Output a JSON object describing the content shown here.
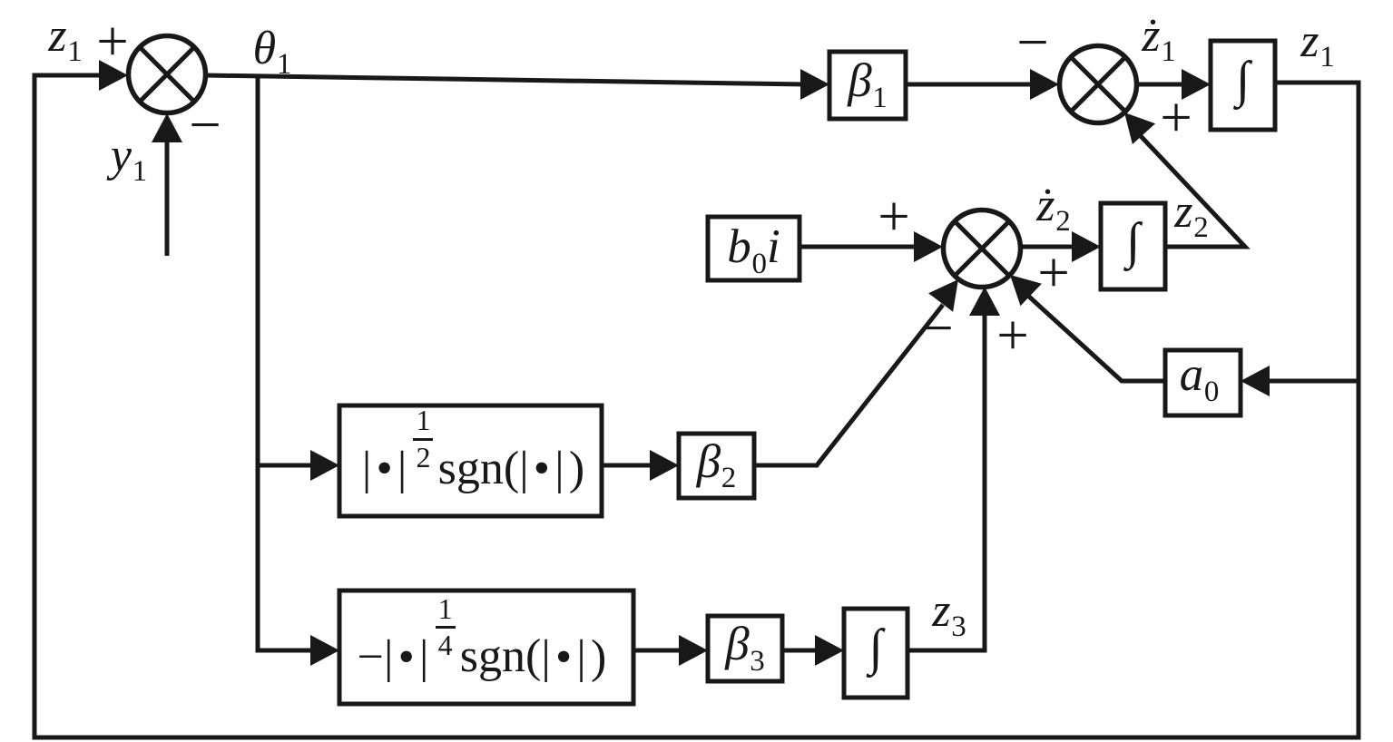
{
  "figure": {
    "type": "control-block-diagram",
    "background": "#ffffff",
    "ink": "#181818"
  },
  "signals": {
    "z1_in": {
      "base": "z",
      "sub": "1"
    },
    "y1": {
      "base": "y",
      "sub": "1"
    },
    "theta1": {
      "base": "θ",
      "sub": "1"
    },
    "zdot1": {
      "base": "ż",
      "sub": "1"
    },
    "z1_out": {
      "base": "z",
      "sub": "1"
    },
    "zdot2": {
      "base": "ż",
      "sub": "2"
    },
    "z2": {
      "base": "z",
      "sub": "2"
    },
    "z3": {
      "base": "z",
      "sub": "3"
    }
  },
  "signs": {
    "j1_plus": "+",
    "j1_minus": "−",
    "j2_minus": "−",
    "j2_plus": "+",
    "j3_b0i_plus": "+",
    "j3_beta2_minus": "−",
    "j3_z3_plus": "+",
    "j3_a0_plus": "+"
  },
  "blocks": {
    "beta1": {
      "base": "β",
      "sub": "1"
    },
    "beta2": {
      "base": "β",
      "sub": "2"
    },
    "beta3": {
      "base": "β",
      "sub": "3"
    },
    "a0": {
      "base": "a",
      "sub": "0"
    },
    "b0i": {
      "base": "b",
      "sub": "0",
      "tail": "i"
    },
    "integrator1": {
      "symbol": "∫"
    },
    "integrator2": {
      "symbol": "∫"
    },
    "integrator3": {
      "symbol": "∫"
    },
    "fun_sqrt": {
      "pre": "",
      "arg": "|•|",
      "num": "1",
      "den": "2",
      "fn": "sgn(",
      "arg2": "|•|",
      "close": ")"
    },
    "fun_fourth": {
      "pre": "−",
      "arg": "|•|",
      "num": "1",
      "den": "4",
      "fn": "sgn(",
      "arg2": "|•|",
      "close": ")"
    }
  }
}
